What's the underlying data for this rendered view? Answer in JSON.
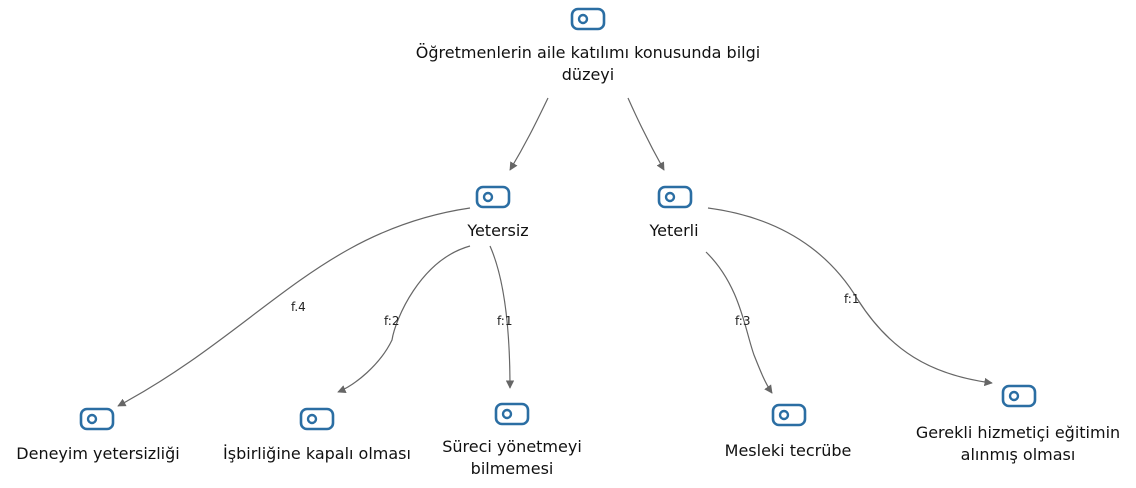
{
  "nodes": {
    "root": {
      "label": "Öğretmenlerin aile katılımı konusunda bilgi düzeyi",
      "icon": "code-icon"
    },
    "yetersiz": {
      "label": "Yetersiz",
      "icon": "code-icon"
    },
    "yeterli": {
      "label": "Yeterli",
      "icon": "code-icon"
    },
    "deneyim": {
      "label": "Deneyim yetersizliği",
      "icon": "code-icon"
    },
    "isbirligi": {
      "label": "İşbirliğine kapalı olması",
      "icon": "code-icon"
    },
    "sureci": {
      "label": "Süreci yönetmeyi bilmemesi",
      "icon": "code-icon"
    },
    "mesleki": {
      "label": "Mesleki tecrübe",
      "icon": "code-icon"
    },
    "gerekli": {
      "label": "Gerekli hizmetiçi eğitimin alınmış olması",
      "icon": "code-icon"
    }
  },
  "edges": {
    "yetersiz_deneyim": "f.4",
    "yetersiz_isbirligi": "f:2",
    "yetersiz_sureci": "f:1",
    "yeterli_mesleki": "f:3",
    "yeterli_gerekli": "f:1"
  },
  "colors": {
    "icon": "#2b6ea3",
    "edge": "#666666"
  }
}
